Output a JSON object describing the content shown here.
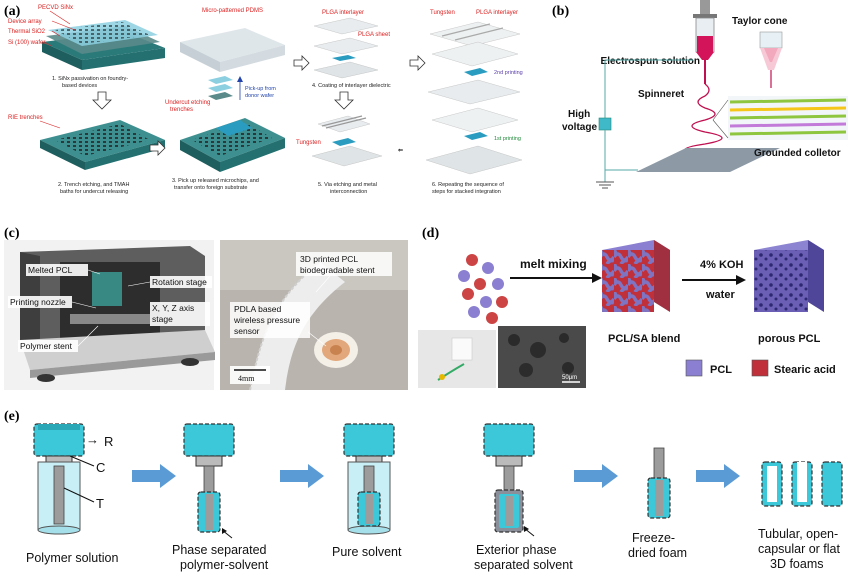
{
  "panel_a": {
    "label": "(a)",
    "layer_labels": [
      "PECVD SiNx",
      "Device array",
      "Thermal SiO2",
      "Si (100) wafer"
    ],
    "micro_pdms": "Micro-patterned PDMS",
    "rie": "RIE trenches",
    "undercut": "Undercut etching trenches",
    "pickup": "Pick-up from donor wafer",
    "plga_interlayer_1": "PLGA interlayer",
    "plga_sheet": "PLGA sheet",
    "tungsten_1": "Tungsten",
    "plga_interlayer_2": "PLGA interlayer",
    "tungsten_2": "Tungsten",
    "print2": "2nd printing",
    "print1": "1st printing",
    "step1": [
      "1. SiNx passivation on foundry-",
      "based devices"
    ],
    "step2": [
      "2. Trench etching, and TMAH",
      "baths for undercut releasing"
    ],
    "step3": [
      "3. Pick up released microchips, and",
      "transfer onto foreign substrate"
    ],
    "step4": [
      "4. Coating of interlayer dielectric"
    ],
    "step5": [
      "5. Via etching and metal",
      "interconnection"
    ],
    "step6": [
      "6. Repeating the sequence of",
      "steps for stacked integration"
    ]
  },
  "panel_b": {
    "label": "(b)",
    "taylor": "Taylor cone",
    "solution": "Electrospun solution",
    "spinneret": "Spinneret",
    "high": "High",
    "voltage": "voltage",
    "collector": "Grounded colletor"
  },
  "panel_c": {
    "label": "(c)",
    "melted": "Melted  PCL",
    "rotation": "Rotation stage",
    "nozzle": "Printing nozzle",
    "xyz": [
      "X, Y, Z axis",
      "stage"
    ],
    "stent": "Polymer stent",
    "printed": [
      "3D printed PCL",
      "biodegradable stent"
    ],
    "pdla": [
      "PDLA based",
      "wireless pressure",
      "sensor"
    ],
    "scale": "4mm"
  },
  "panel_d": {
    "label": "(d)",
    "melt": "melt mixing",
    "koh": "4% KOH",
    "water": "water",
    "blend": "PCL/SA blend",
    "porous": "porous PCL",
    "legend_pcl": "PCL",
    "legend_sa": "Stearic acid",
    "sem_scale": "50μm",
    "colors": {
      "pcl": "#7e74c2",
      "sa": "#c0303a"
    }
  },
  "panel_e": {
    "label": "(e)",
    "r": "R",
    "c": "C",
    "t": "T",
    "cap1": [
      "Polymer solution"
    ],
    "cap2": [
      "Phase separated",
      "polymer-solvent"
    ],
    "cap3": [
      "Pure solvent"
    ],
    "cap4": [
      "Exterior phase",
      "separated solvent"
    ],
    "cap5": [
      "Freeze-",
      "dried foam"
    ],
    "cap6": [
      "Tubular, open-",
      "capsular or flat",
      "3D foams"
    ],
    "colors": {
      "reservoir": "#3cc8d8",
      "arrow": "#5b9bd5"
    }
  }
}
